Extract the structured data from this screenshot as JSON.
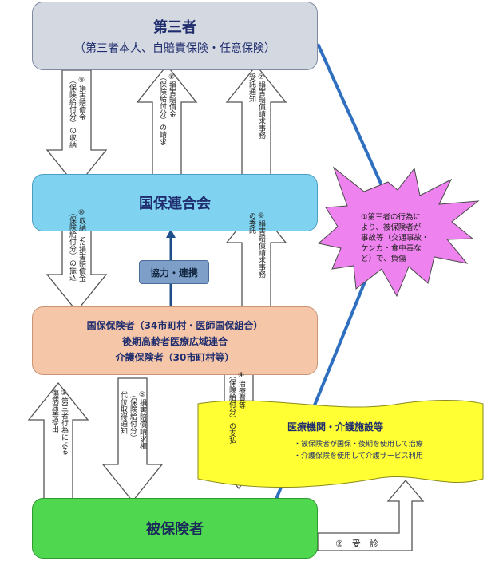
{
  "third_party": {
    "title": "第三者",
    "subtitle": "（第三者本人、自賠責保険・任意保険）"
  },
  "federation": {
    "title": "国保連合会"
  },
  "cooperation": {
    "label": "協力・連携"
  },
  "insurer": {
    "line1": "国保保険者（34市町村・医師国保組合）",
    "line2": "後期高齢者医療広域連合",
    "line3": "介護保険者（30市町村等）"
  },
  "medical": {
    "title": "医療機関・介護施設等",
    "line1": "・被保険者が国保・後期を使用して治療",
    "line2": "・介護保険を使用して介護サービス利用"
  },
  "insured": {
    "title": "被保険者"
  },
  "accident": {
    "lines": [
      "①第三者の行為に",
      "より、被保険者が",
      "事故等（交通事故・",
      "ケンカ・食中毒な",
      "ど）で、負傷"
    ]
  },
  "arrows": {
    "a9": "⑨損害賠償金\n（保険給付分）の収納",
    "a8": "⑧損害賠償金\n（保険給付分）の請求",
    "a7": "⑦損害賠償請求事務\n受託通知",
    "a10": "⑩収納した損害賠償金\n（保険給付分）の振込",
    "a6": "⑥損害賠償請求事務\nの委託",
    "a3": "③第三者行為による\n傷病届等提出",
    "a5": "⑤損害賠償請求権\n（保険給付分）\n代位取得通知",
    "a4": "④治療費等\n（保険給付分）の支払",
    "a2": "②　受　診"
  }
}
